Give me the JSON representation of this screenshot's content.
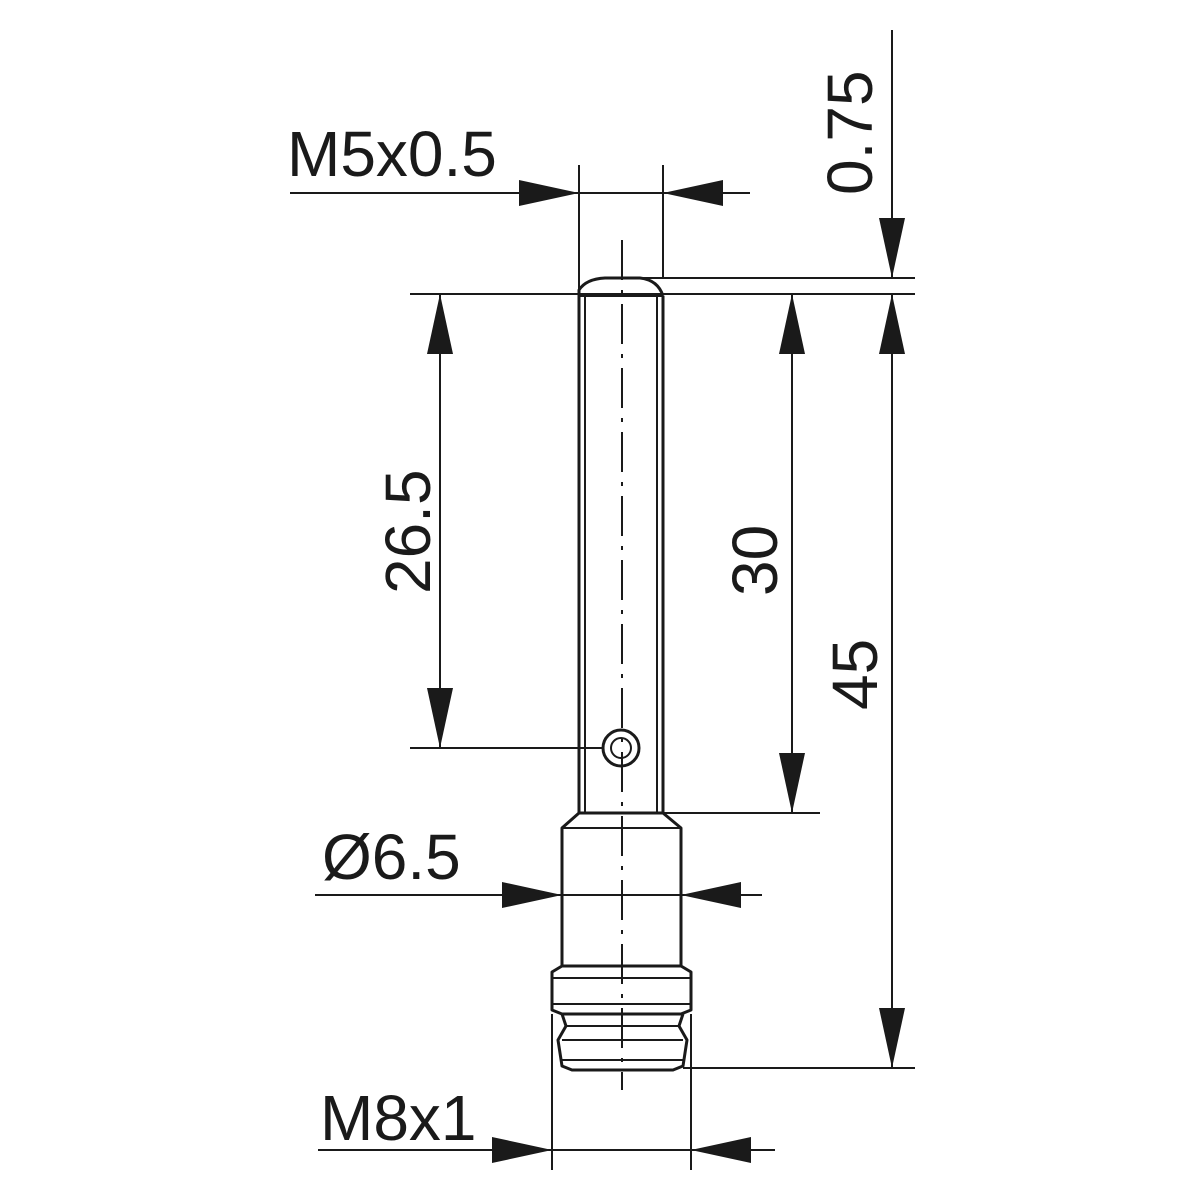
{
  "dimensions": {
    "thread_tip": "M5x0.5",
    "tip_offset": "0.75",
    "hole_position": "26.5",
    "rod_length": "30",
    "total_length": "45",
    "body_diameter": "Ø6.5",
    "connector_thread": "M8x1"
  },
  "colors": {
    "ink": "#1a1a1a",
    "background": "#ffffff"
  }
}
